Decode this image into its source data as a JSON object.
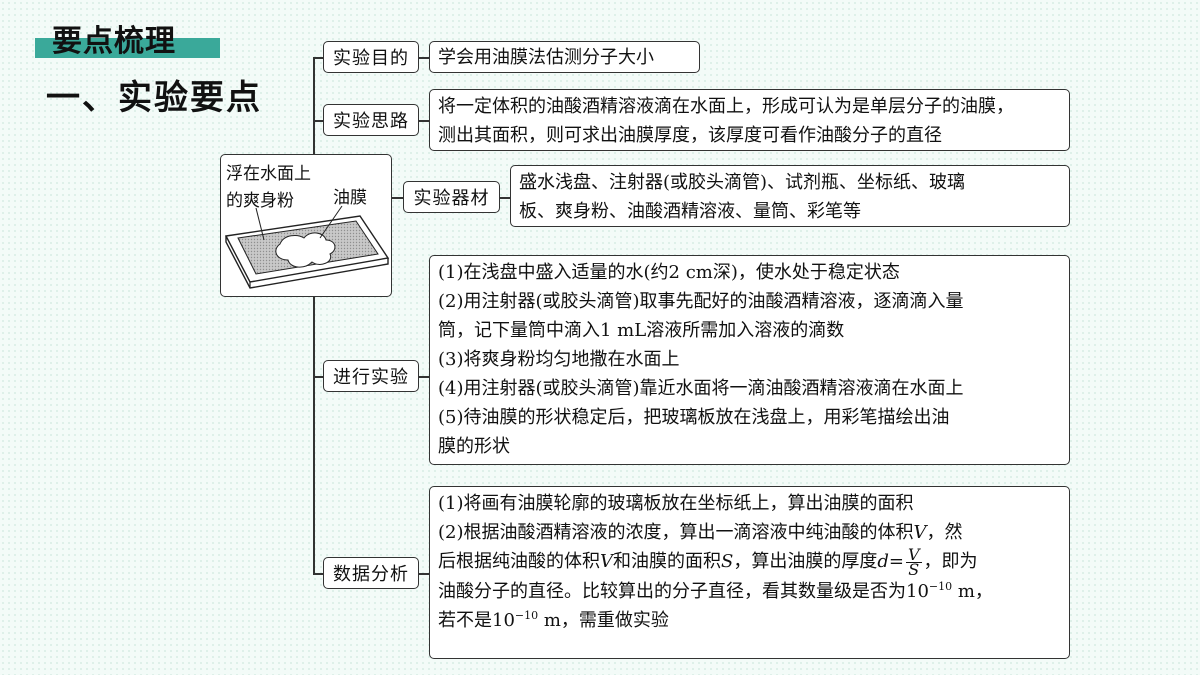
{
  "header": {
    "title": "要点梳理",
    "section": "一、实验要点"
  },
  "picture": {
    "label_powder_line1": "浮在水面上",
    "label_powder_line2": "的爽身粉",
    "label_film": "油膜"
  },
  "branches": {
    "purpose": {
      "label": "实验目的",
      "content": "学会用油膜法估测分子大小"
    },
    "idea": {
      "label": "实验思路",
      "line1": "将一定体积的油酸酒精溶液滴在水面上，形成可认为是单层分子的油膜，",
      "line2": "测出其面积，则可求出油膜厚度，该厚度可看作油酸分子的直径"
    },
    "equipment": {
      "label": "实验器材",
      "line1": "盛水浅盘、注射器(或胶头滴管)、试剂瓶、坐标纸、玻璃",
      "line2": "板、爽身粉、油酸酒精溶液、量筒、彩笔等"
    },
    "procedure": {
      "label": "进行实验",
      "lines": [
        "(1)在浅盘中盛入适量的水(约2 cm深)，使水处于稳定状态",
        "(2)用注射器(或胶头滴管)取事先配好的油酸酒精溶液，逐滴滴入量",
        "筒，记下量筒中滴入1 mL溶液所需加入溶液的滴数",
        "(3)将爽身粉均匀地撒在水面上",
        "(4)用注射器(或胶头滴管)靠近水面将一滴油酸酒精溶液滴在水面上",
        "(5)待油膜的形状稳定后，把玻璃板放在浅盘上，用彩笔描绘出油",
        "膜的形状"
      ]
    },
    "analysis": {
      "label": "数据分析",
      "line1": "(1)将画有油膜轮廓的玻璃板放在坐标纸上，算出油膜的面积",
      "line2_a": "(2)根据油酸酒精溶液的浓度，算出一滴溶液中纯油酸的体积",
      "line2_var": "V",
      "line2_b": "，然",
      "line3_a": "后根据纯油酸的体积",
      "line3_var1": "V",
      "line3_b": "和油膜的面积",
      "line3_var2": "S",
      "line3_c": "，算出油膜的厚度",
      "line3_d": "d",
      "line3_eq": "=",
      "frac_num": "V",
      "frac_den": "S",
      "line3_e": "，即为",
      "line4_a": "油酸分子的直径。比较算出的分子直径，看其数量级是否为10",
      "line4_exp": "−10",
      "line4_b": " m，",
      "line5_a": "若不是10",
      "line5_exp": "−10",
      "line5_b": " m，需重做实验"
    }
  },
  "colors": {
    "accent": "#3aa99a",
    "background": "#f3fbf8",
    "border": "#333333"
  }
}
